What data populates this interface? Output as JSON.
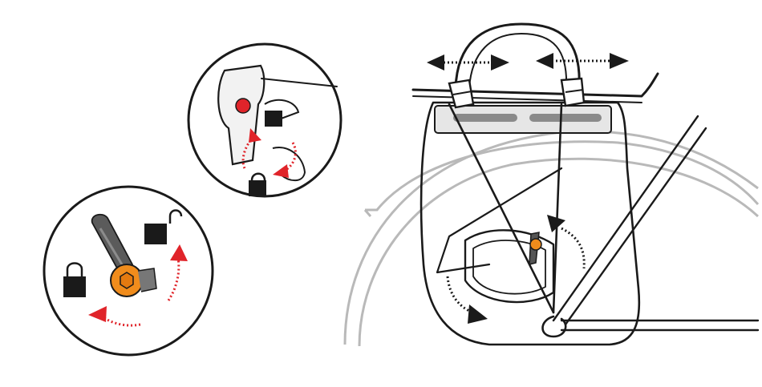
{
  "colors": {
    "ink": "#1a1a1a",
    "ghost_wheel": "#b9b9b9",
    "accent_red": "#e0242a",
    "accent_orange": "#f08c1c",
    "circle_border": "#1a1a1a",
    "background": "#ffffff"
  },
  "icons": {
    "lock_closed": "padlock-closed",
    "lock_open": "padlock-open",
    "adjust_arrows": "double-headed-arrows",
    "rotate_arrows": "curved-arrows"
  },
  "scenes": {
    "detail_top": "hook-clamp-detail",
    "detail_bottom": "cam-lever-detail",
    "main": "pannier-on-rack"
  }
}
